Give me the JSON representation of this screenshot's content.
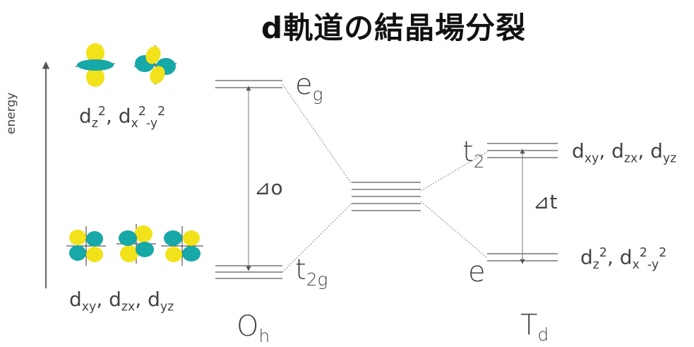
{
  "title": "d軌道の結晶場分裂",
  "axis_label": "energy",
  "left_labels": {
    "upper": {
      "d1": "d",
      "s1": "z",
      "p1": "2",
      "sep": ",",
      "d2": "d",
      "s2": "x",
      "p2": "2",
      "s3": "-y",
      "p3": "2"
    },
    "lower": {
      "d1": "d",
      "s1": "xy",
      "sep1": ",",
      "d2": "d",
      "s2": "zx",
      "sep2": ",",
      "d3": "d",
      "s3": "yz"
    }
  },
  "oh": {
    "eg": {
      "base": "e",
      "sub": "g"
    },
    "t2g": {
      "base": "t",
      "sub": "2g"
    },
    "delta": {
      "sym": "⊿",
      "txt": "o"
    },
    "name": {
      "base": "O",
      "sub": "h"
    }
  },
  "td": {
    "t2": {
      "base": "t",
      "sub": "2"
    },
    "e": {
      "base": "e"
    },
    "delta": {
      "sym": "⊿",
      "txt": "t"
    },
    "name": {
      "base": "T",
      "sub": "d"
    },
    "upper": {
      "d1": "d",
      "s1": "xy",
      "sep1": ",",
      "d2": "d",
      "s2": "zx",
      "sep2": ",",
      "d3": "d",
      "s3": "yz"
    },
    "lower": {
      "d1": "d",
      "s1": "z",
      "p1": "2",
      "sep": ",",
      "d2": "d",
      "s2": "x",
      "p2": "2",
      "s3": "-y",
      "p3": "2"
    }
  },
  "colors": {
    "lobe_yellow": "#f2e21a",
    "lobe_teal": "#17a8a8",
    "line": "#666666"
  },
  "orbital_icons": [
    "dz2-orbital",
    "dx2-y2-orbital",
    "dxy-orbital",
    "dzx-orbital",
    "dyz-orbital"
  ]
}
